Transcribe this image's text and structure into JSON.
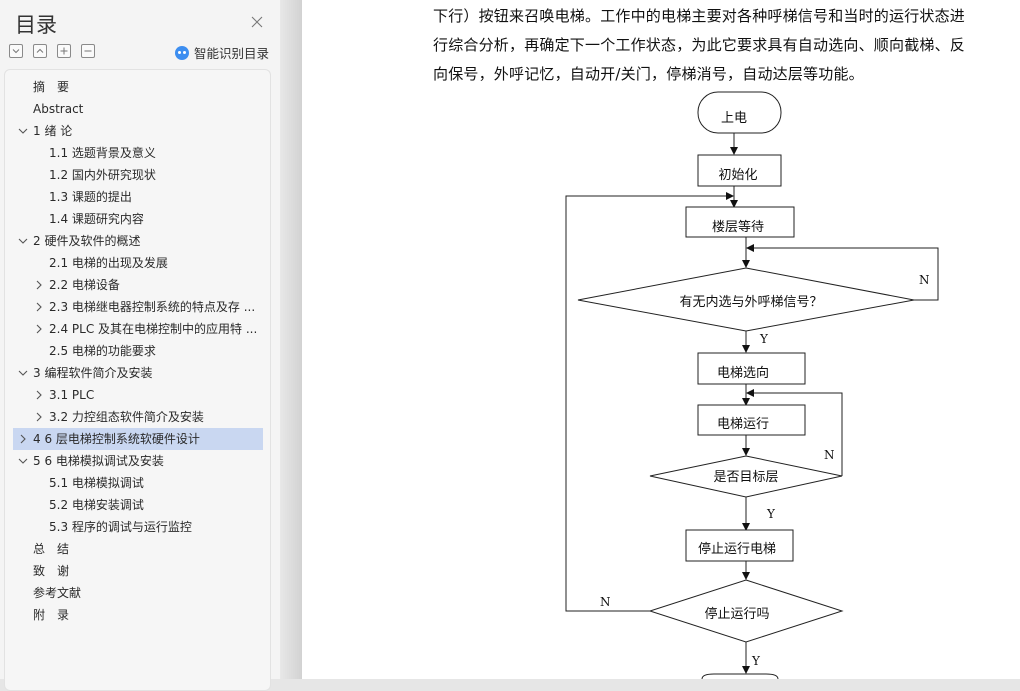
{
  "sidebar": {
    "title": "目录",
    "smart_toc_label": "智能识别目录",
    "toolbar": [
      "expand-all",
      "collapse-all",
      "expand-level",
      "collapse-level"
    ],
    "items": [
      {
        "label": "摘　要",
        "level": 0,
        "chevron": "none"
      },
      {
        "label": "Abstract",
        "level": 0,
        "chevron": "none"
      },
      {
        "label": "1 绪  论",
        "level": 0,
        "chevron": "down"
      },
      {
        "label": "1.1 选题背景及意义",
        "level": 1,
        "chevron": "none"
      },
      {
        "label": "1.2 国内外研究现状",
        "level": 1,
        "chevron": "none"
      },
      {
        "label": "1.3 课题的提出",
        "level": 1,
        "chevron": "none"
      },
      {
        "label": "1.4 课题研究内容",
        "level": 1,
        "chevron": "none"
      },
      {
        "label": "2 硬件及软件的概述",
        "level": 0,
        "chevron": "down"
      },
      {
        "label": "2.1  电梯的出现及发展",
        "level": 1,
        "chevron": "none"
      },
      {
        "label": "2.2  电梯设备",
        "level": 1,
        "chevron": "right"
      },
      {
        "label": "2.3 电梯继电器控制系统的特点及存 ...",
        "level": 1,
        "chevron": "right"
      },
      {
        "label": "2.4 PLC 及其在电梯控制中的应用特 ...",
        "level": 1,
        "chevron": "right"
      },
      {
        "label": "2.5 电梯的功能要求",
        "level": 1,
        "chevron": "none"
      },
      {
        "label": "3 编程软件简介及安装",
        "level": 0,
        "chevron": "down"
      },
      {
        "label": "3.1 PLC",
        "level": 1,
        "chevron": "right"
      },
      {
        "label": "3.2 力控组态软件简介及安装",
        "level": 1,
        "chevron": "right"
      },
      {
        "label": "4 6 层电梯控制系统软硬件设计",
        "level": 0,
        "chevron": "right",
        "selected": true
      },
      {
        "label": "5 6 电梯模拟调试及安装",
        "level": 0,
        "chevron": "down"
      },
      {
        "label": "5.1  电梯模拟调试",
        "level": 1,
        "chevron": "none"
      },
      {
        "label": "5.2  电梯安装调试",
        "level": 1,
        "chevron": "none"
      },
      {
        "label": "5.3  程序的调试与运行监控",
        "level": 1,
        "chevron": "none"
      },
      {
        "label": "总　结",
        "level": 0,
        "chevron": "none"
      },
      {
        "label": "致　谢",
        "level": 0,
        "chevron": "none"
      },
      {
        "label": "参考文献",
        "level": 0,
        "chevron": "none"
      },
      {
        "label": "附　录",
        "level": 0,
        "chevron": "none"
      }
    ],
    "selected_color": "#c9d7f1"
  },
  "document": {
    "paragraph_lines": [
      "下行）按钮来召唤电梯。工作中的电梯主要对各种呼梯信号和当时的运行状态进",
      "行综合分析，再确定下一个工作状态，为此它要求具有自动选向、顺向截梯、反",
      "向保号，外呼记忆，自动开/关门，停梯消号，自动达层等功能。"
    ],
    "flowchart": {
      "start": "上电",
      "init": "初始化",
      "wait": "楼层等待",
      "decision1": "有无内选与外呼梯信号？",
      "select_dir": "电梯选向",
      "run": "电梯运行",
      "decision2": "是否目标层",
      "stop_run": "停止运行电梯",
      "decision3": "停止运行吗",
      "yes": "Y",
      "no": "N"
    }
  }
}
